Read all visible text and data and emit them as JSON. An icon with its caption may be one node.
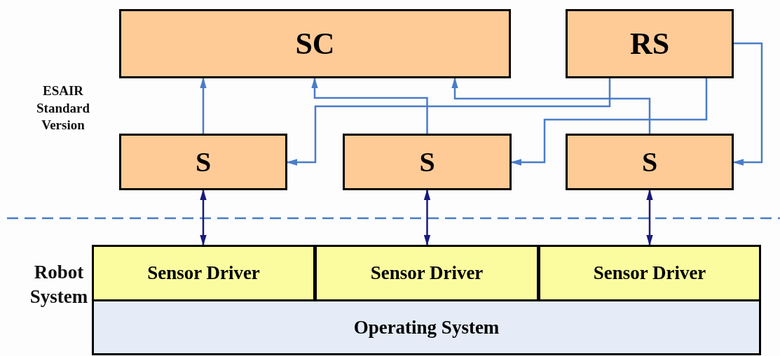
{
  "diagram": {
    "nodes": [
      {
        "text": [
          "SC"
        ]
      },
      {
        "text": [
          "RS"
        ]
      },
      {
        "text": [
          "S"
        ]
      },
      {
        "text": [
          "S"
        ]
      },
      {
        "text": [
          "S"
        ]
      },
      {
        "text": [
          "Sensor Driver"
        ]
      },
      {
        "text": [
          "Sensor Driver"
        ]
      },
      {
        "text": [
          "Sensor Driver"
        ]
      },
      {
        "text": [
          "Operating System"
        ]
      }
    ],
    "edges": [
      {
        "from": 2,
        "to": 0,
        "arrow": "to"
      },
      {
        "from": 3,
        "to": 0,
        "arrow": "to"
      },
      {
        "from": 4,
        "to": 0,
        "arrow": "to"
      },
      {
        "from": 1,
        "to": 2,
        "arrow": "to"
      },
      {
        "from": 1,
        "to": 3,
        "arrow": "to"
      },
      {
        "from": 1,
        "to": 4,
        "arrow": "to"
      },
      {
        "from": 2,
        "to": 5,
        "arrow": "both",
        "color": "#1a1a7a"
      },
      {
        "from": 3,
        "to": 6,
        "arrow": "both",
        "color": "#1a1a7a"
      },
      {
        "from": 4,
        "to": 7,
        "arrow": "both",
        "color": "#1a1a7a"
      }
    ],
    "labels": [
      "ESAIR Standard Version",
      "Robot System"
    ]
  }
}
